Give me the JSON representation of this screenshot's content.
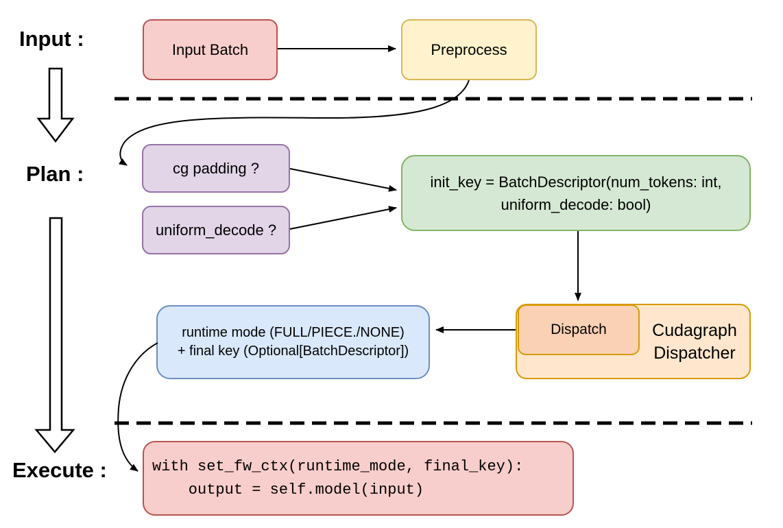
{
  "labels": {
    "input": "Input :",
    "plan": "Plan :",
    "execute": "Execute :"
  },
  "nodes": {
    "input_batch": {
      "label": "Input Batch"
    },
    "preprocess": {
      "label": "Preprocess"
    },
    "cg_padding": {
      "label": "cg padding ?"
    },
    "uniform_decode": {
      "label": "uniform_decode ?"
    },
    "init_key": {
      "line1": "init_key = BatchDescriptor(num_tokens: int,",
      "line2": "uniform_decode: bool)"
    },
    "dispatch": {
      "label": "Dispatch"
    },
    "cudagraph": {
      "line1": "Cudagraph",
      "line2": "Dispatcher"
    },
    "runtime": {
      "line1": "runtime mode (FULL/PIECE./NONE)",
      "line2": "+ final key (Optional[BatchDescriptor])"
    },
    "execute_code": {
      "line1": "with set_fw_ctx(runtime_mode, final_key):",
      "line2": "    output = self.model(input)"
    }
  },
  "colors": {
    "red_fill": "#F8CECC",
    "red_stroke": "#B85450",
    "yellow_fill": "#FFF2CC",
    "yellow_stroke": "#D6B656",
    "purple_fill": "#E1D5E7",
    "purple_stroke": "#9673A6",
    "green_fill": "#D5E8D4",
    "green_stroke": "#82B366",
    "blue_fill": "#DAE8FC",
    "blue_stroke": "#6C8EBF",
    "orange_fill": "#FFE6CC",
    "orange_inner_fill": "#FBD1B5",
    "orange_stroke": "#D79B00",
    "line": "#000000"
  }
}
